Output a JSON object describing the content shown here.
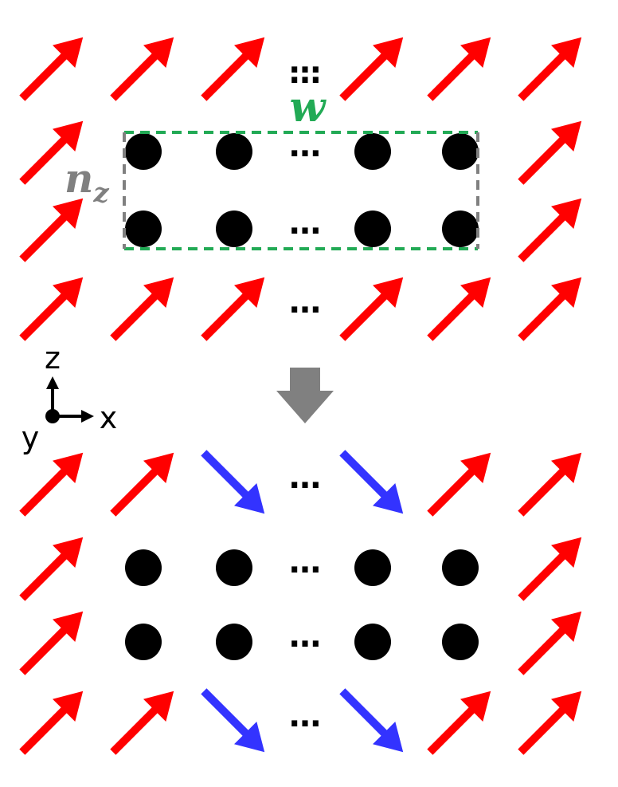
{
  "labels": {
    "width": "w",
    "layers_main": "n",
    "layers_sub": "z",
    "ellipsis": "…"
  },
  "axes": {
    "z": "z",
    "x": "x",
    "y": "y"
  },
  "colors": {
    "up_spin": "#ff0000",
    "down_spin": "#3333ff",
    "site": "#000000",
    "width_box": "#22aa55",
    "height_box": "#808080",
    "transition_arrow": "#808080"
  },
  "top_panel": {
    "rows": [
      [
        "up",
        "up",
        "up",
        "ellipsis",
        "up",
        "up",
        "up"
      ],
      [
        "up",
        "dot",
        "dot",
        "ellipsis",
        "dot",
        "dot",
        "up"
      ],
      [
        "up",
        "dot",
        "dot",
        "ellipsis",
        "dot",
        "dot",
        "up"
      ],
      [
        "up",
        "up",
        "up",
        "ellipsis",
        "up",
        "up",
        "up"
      ]
    ]
  },
  "bottom_panel": {
    "rows": [
      [
        "up",
        "up",
        "down",
        "ellipsis",
        "down",
        "up",
        "up"
      ],
      [
        "up",
        "dot",
        "dot",
        "ellipsis",
        "dot",
        "dot",
        "up"
      ],
      [
        "up",
        "dot",
        "dot",
        "ellipsis",
        "dot",
        "dot",
        "up"
      ],
      [
        "up",
        "up",
        "down",
        "ellipsis",
        "down",
        "up",
        "up"
      ]
    ]
  }
}
